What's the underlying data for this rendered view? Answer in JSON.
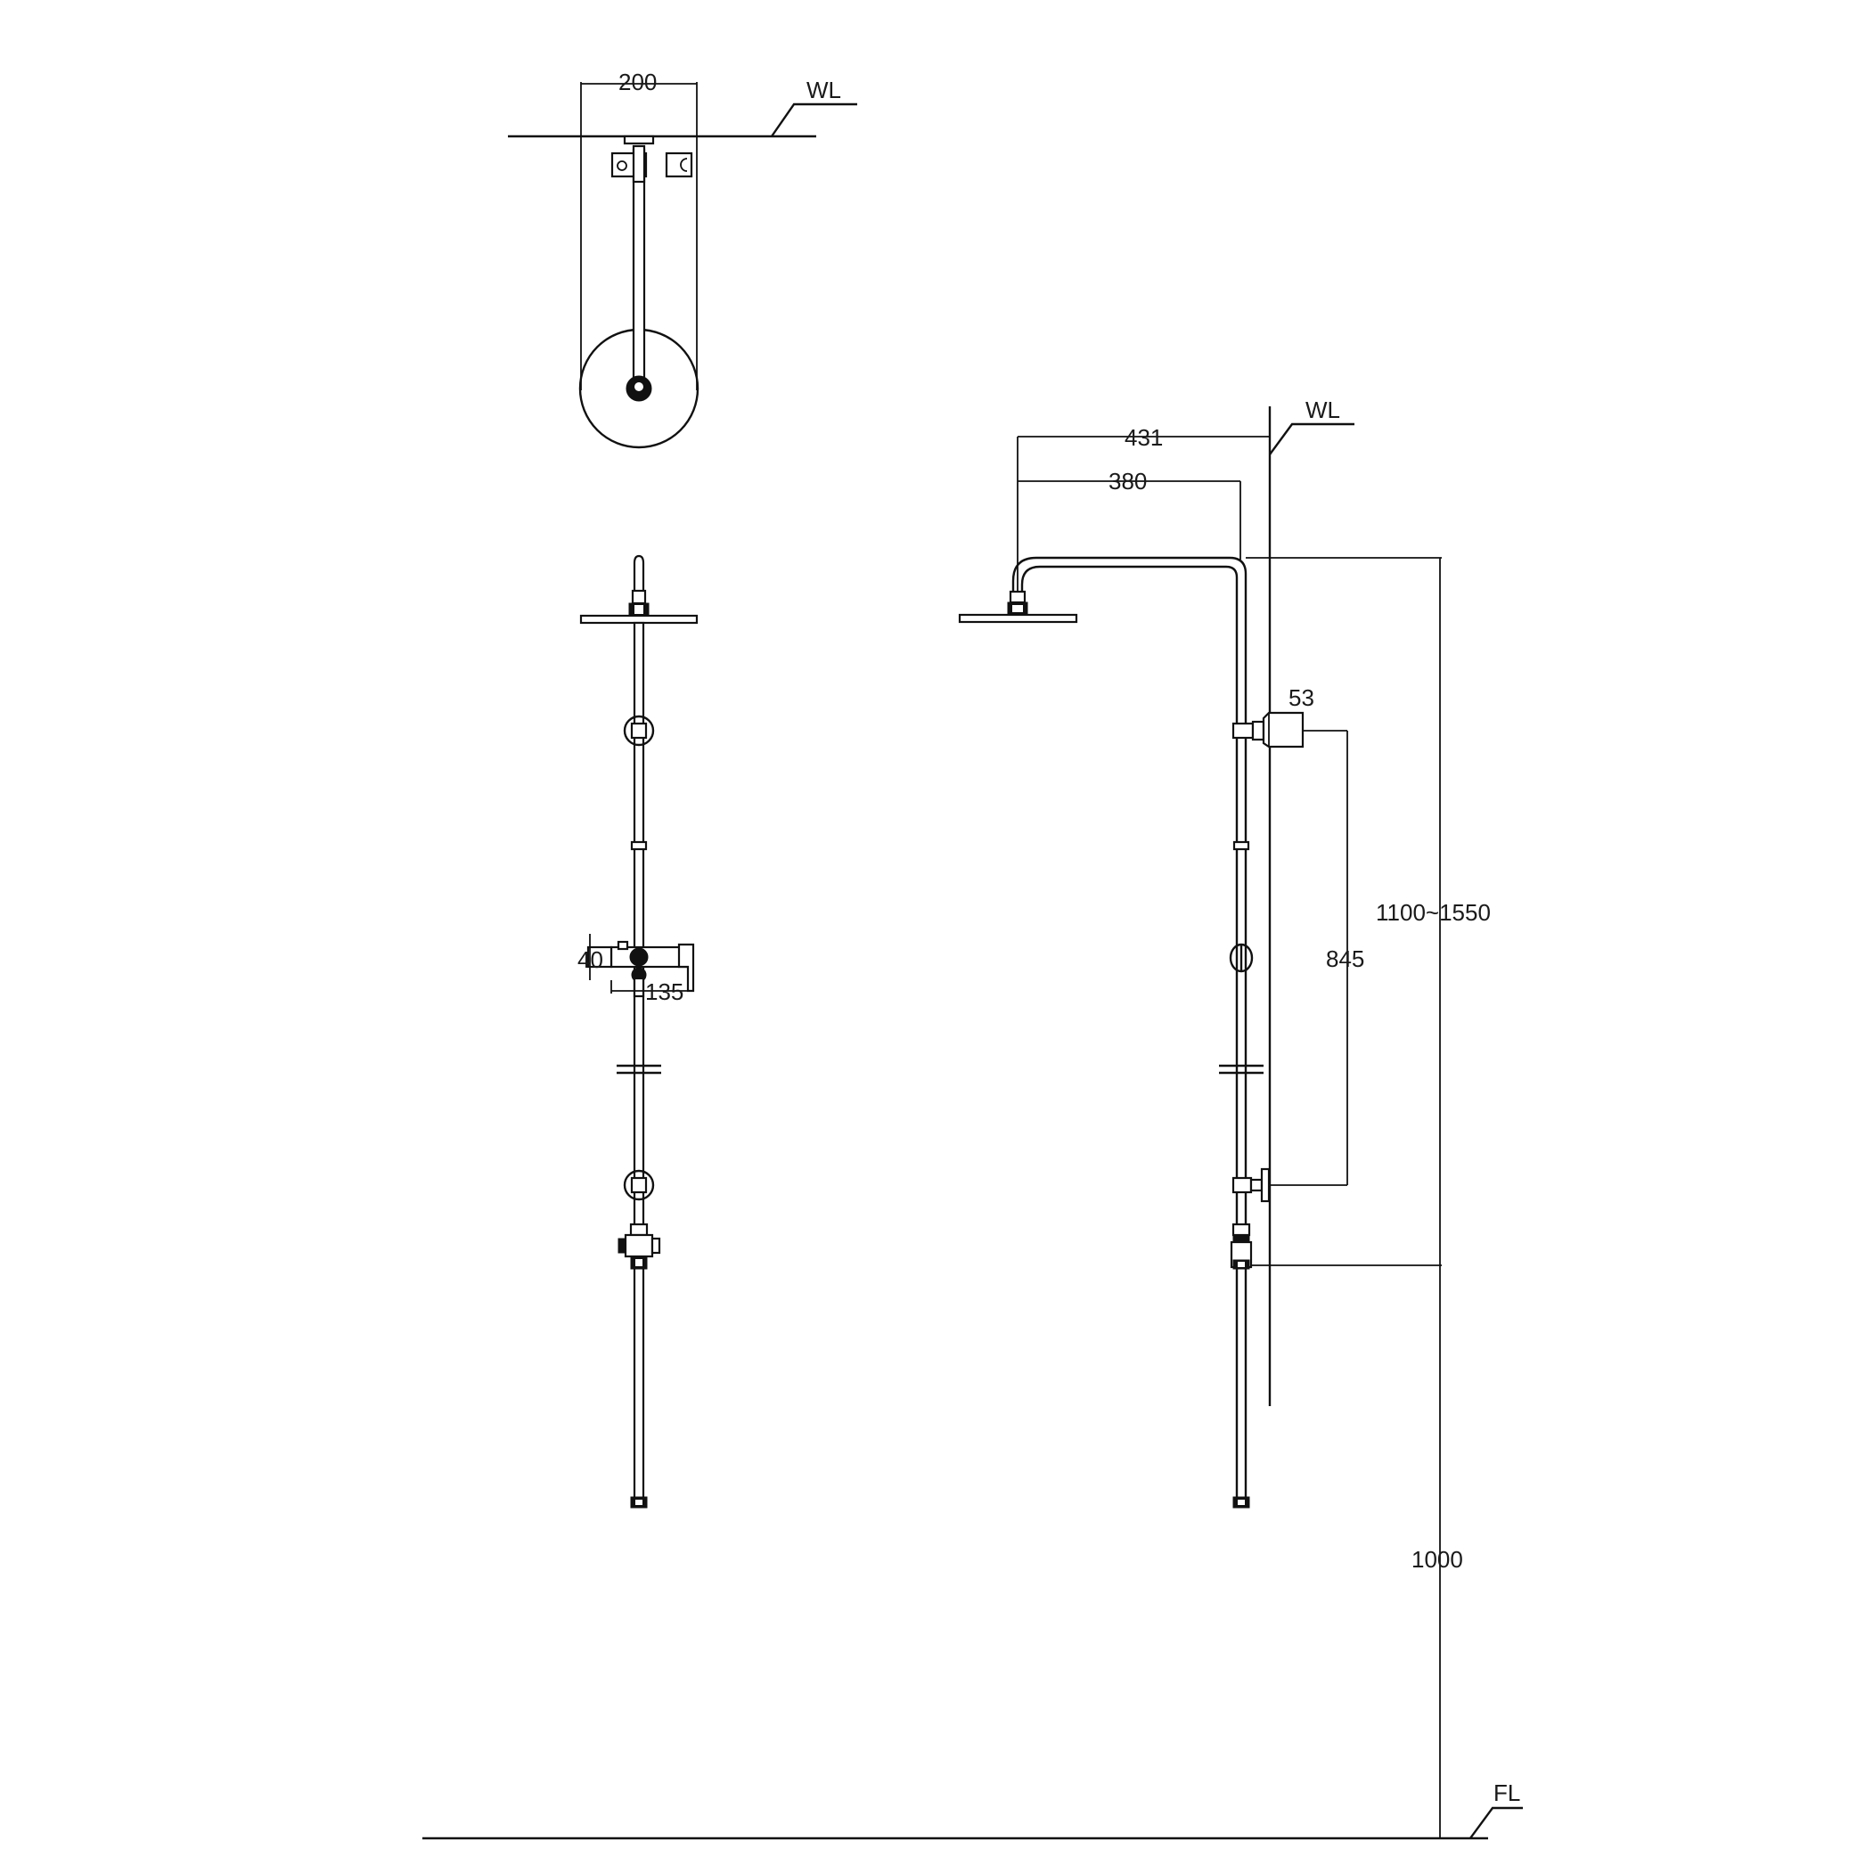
{
  "labels": {
    "wall_line_top": "WL",
    "wall_line_side": "WL",
    "floor_line": "FL"
  },
  "dimensions": {
    "top_view_width": "200",
    "arm_reach_outer": "431",
    "arm_reach_inner": "380",
    "handshower_outlet_depth": "53",
    "mount_spacing": "845",
    "adjust_height": "1100~1550",
    "valve_height": "1000",
    "slider_height": "40",
    "slider_length": "135"
  }
}
